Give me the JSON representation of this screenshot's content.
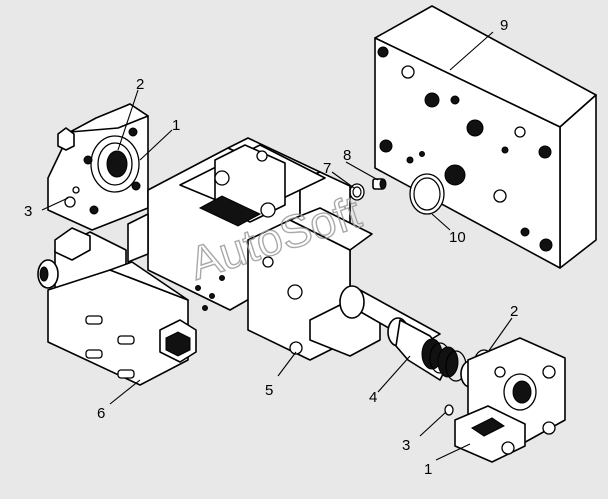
{
  "watermark": "AutoSoft",
  "callouts": {
    "c1_top": "1",
    "c2_top": "2",
    "c3_left": "3",
    "c4": "4",
    "c5": "5",
    "c6": "6",
    "c7": "7",
    "c8": "8",
    "c9": "9",
    "c10": "10",
    "c2_right": "2",
    "c3_right": "3",
    "c1_bottom": "1"
  }
}
